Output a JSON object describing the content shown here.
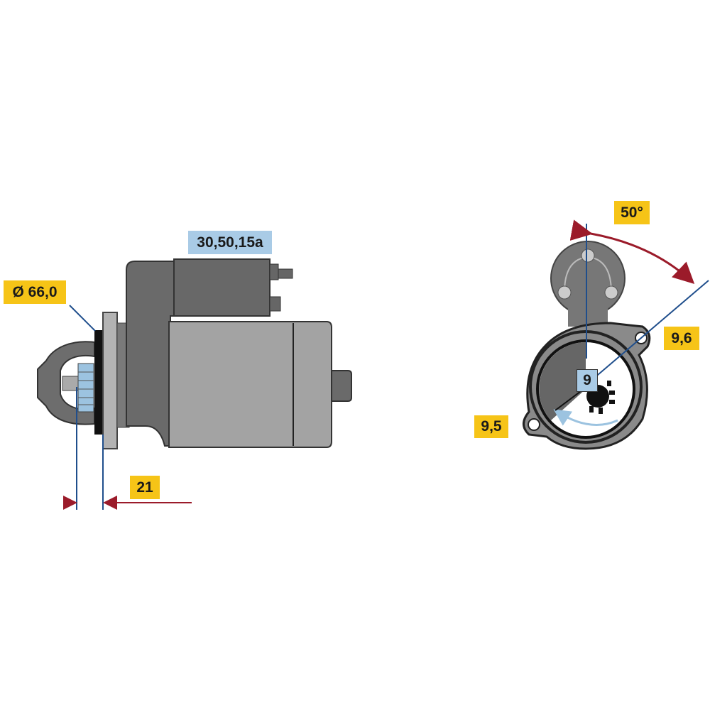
{
  "side_view": {
    "terminal_label": "30,50,15a",
    "diameter_label": "Ø 66,0",
    "flange_distance_label": "21"
  },
  "end_view": {
    "angle_label": "50°",
    "hole_top_label": "9,6",
    "hole_bottom_label": "9,5",
    "teeth_label": "9"
  },
  "colors": {
    "label_yellow": "#f6c417",
    "label_blue": "#a9cbe6",
    "dimension_blue": "#1f4e8c",
    "dimension_red": "#9b1b2a",
    "body_gray": "#a3a3a3",
    "dark_gray": "#666666"
  }
}
